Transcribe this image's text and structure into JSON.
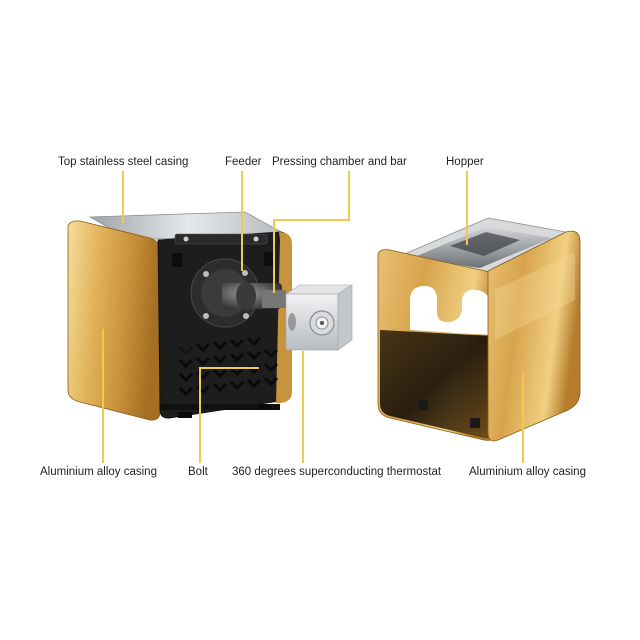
{
  "labels": {
    "top_casing": "Top stainless steel casing",
    "feeder": "Feeder",
    "pressing_chamber": "Pressing chamber and bar",
    "hopper": "Hopper",
    "aluminium_left": "Aluminium alloy casing",
    "bolt": "Bolt",
    "thermostat": "360 degrees superconducting thermostat",
    "aluminium_right": "Aluminium alloy casing"
  },
  "colors": {
    "leader_line": "#f2c94c",
    "gold_light": "#f3d48a",
    "gold_mid": "#d9a547",
    "gold_dark": "#9c6a1c",
    "steel": "#c9ccd0",
    "black_panel": "#1b1b1b"
  }
}
